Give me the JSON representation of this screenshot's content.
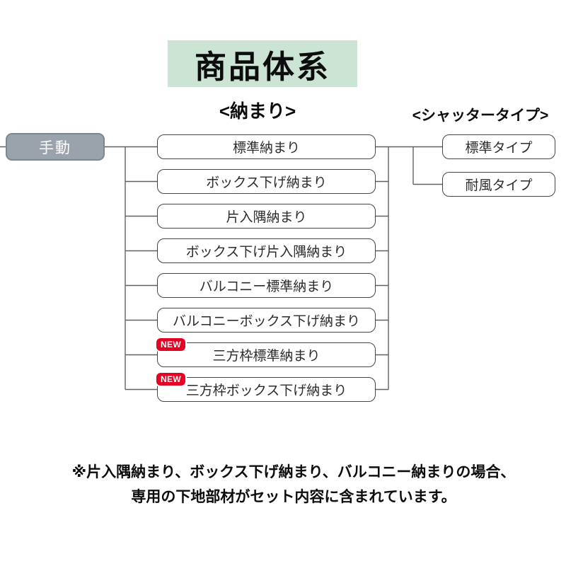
{
  "title": {
    "text": "商品体系"
  },
  "headers": {
    "nakamari": "<納まり>",
    "shutter_type": "<シャッタータイプ>"
  },
  "root": {
    "label": "手動"
  },
  "badge": {
    "label": "NEW"
  },
  "nakamari_items": [
    {
      "label": "標準納まり",
      "new": false
    },
    {
      "label": "ボックス下げ納まり",
      "new": false
    },
    {
      "label": "片入隅納まり",
      "new": false
    },
    {
      "label": "ボックス下げ片入隅納まり",
      "new": false
    },
    {
      "label": "バルコニー標準納まり",
      "new": false
    },
    {
      "label": "バルコニーボックス下げ納まり",
      "new": false
    },
    {
      "label": "三方枠標準納まり",
      "new": true
    },
    {
      "label": "三方枠ボックス下げ納まり",
      "new": true
    }
  ],
  "shutter_types": [
    {
      "label": "標準タイプ"
    },
    {
      "label": "耐風タイプ"
    }
  ],
  "note": {
    "line1": "※片入隅納まり、ボックス下げ納まり、バルコニー納まりの場合、",
    "line2": "専用の下地部材がセット内容に含まれています。"
  },
  "colors": {
    "banner_bg": "#cce4d4",
    "root_node_bg": "#9aa2ab",
    "badge_red": "#e60023",
    "connector_line": "#606060"
  }
}
